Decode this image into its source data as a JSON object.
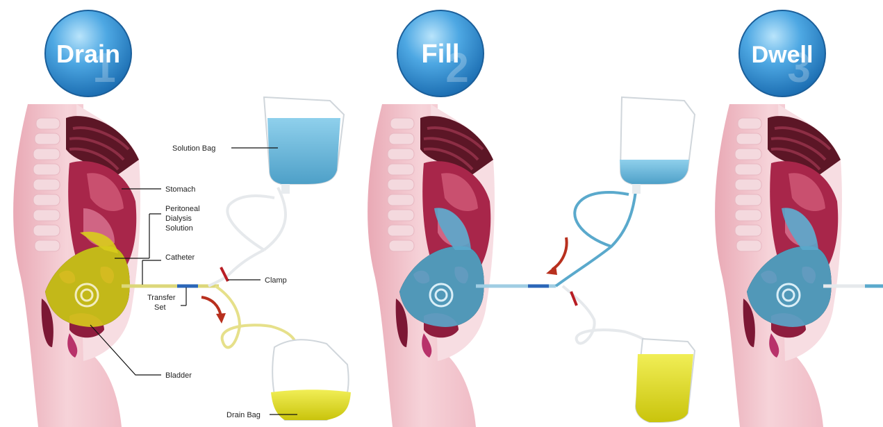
{
  "steps": [
    {
      "number": "1",
      "title": "Drain"
    },
    {
      "number": "2",
      "title": "Fill"
    },
    {
      "number": "3",
      "title": "Dwell"
    }
  ],
  "labels": {
    "solution_bag": "Solution Bag",
    "stomach": "Stomach",
    "peritoneal_1": "Peritoneal",
    "peritoneal_2": "Dialysis",
    "peritoneal_3": "Solution",
    "catheter": "Catheter",
    "clamp": "Clamp",
    "transfer_1": "Transfer",
    "transfer_2": "Set",
    "bladder": "Bladder",
    "drain_bag": "Drain Bag"
  },
  "colors": {
    "badge": "#2f8fd6",
    "badge_light": "#7cc6f2",
    "skin": "#f3c7cf",
    "skin_dark": "#e59aa9",
    "organ": "#a8264a",
    "organ_dark": "#5a1020",
    "solution_yellow": "#d8cc1c",
    "solution_blue": "#5aa9cc",
    "bag_blue": "#6cb9da",
    "bag_yellow": "#e6e21a",
    "tube_white": "#e9ecef",
    "clamp": "#b81d24",
    "arrow": "#b8301e"
  }
}
